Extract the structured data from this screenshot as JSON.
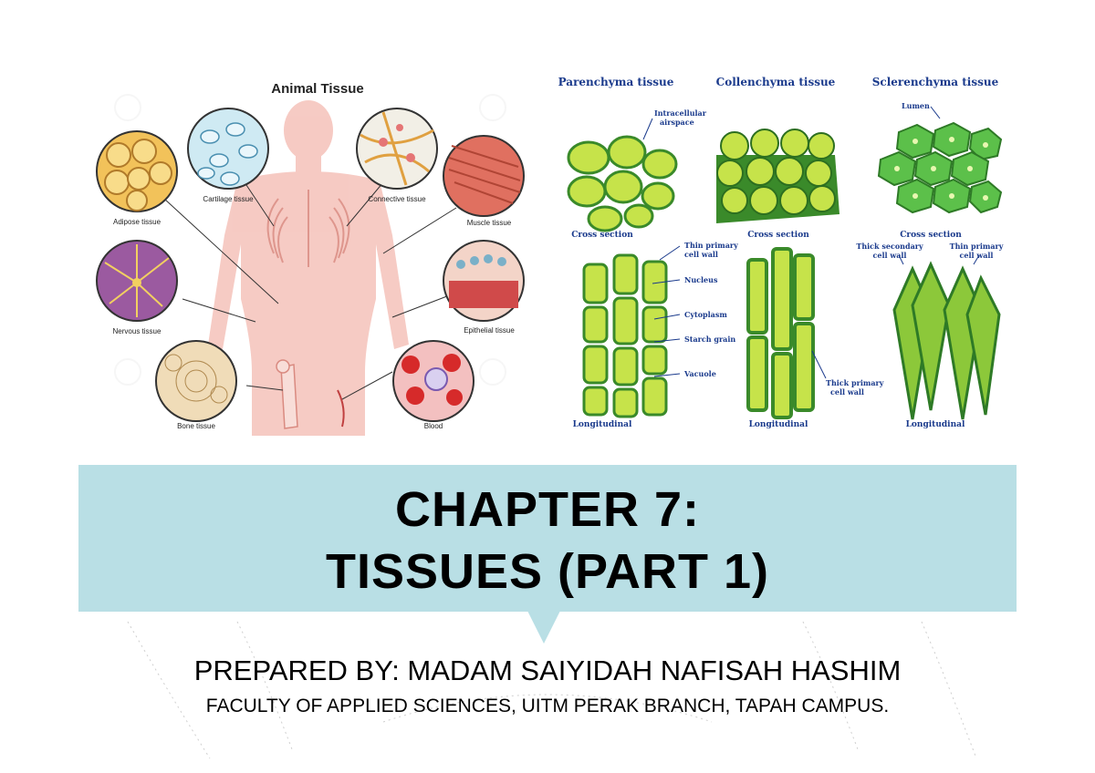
{
  "animal": {
    "title": "Animal Tissue",
    "labels": {
      "adipose": "Adipose tissue",
      "cartilage": "Cartilage tissue",
      "connective": "Connective tissue",
      "muscle": "Muscle tissue",
      "nervous": "Nervous tissue",
      "epithelial": "Epithelial tissue",
      "bone": "Bone tissue",
      "blood": "Blood"
    }
  },
  "plant": {
    "headers": {
      "parenchyma": "Parenchyma tissue",
      "collenchyma": "Collenchyma tissue",
      "sclerenchyma": "Sclerenchyma tissue"
    },
    "annotations": {
      "airspace_1": "Intracellular",
      "airspace_2": "airspace",
      "lumen": "Lumen",
      "thin_wall_1": "Thin primary",
      "thin_wall_2": "cell wall",
      "nucleus": "Nucleus",
      "cytoplasm": "Cytoplasm",
      "starch": "Starch grain",
      "vacuole": "Vacuole",
      "thick_primary_1": "Thick primary",
      "thick_primary_2": "cell wall",
      "thick_secondary_1": "Thick secondary",
      "thick_secondary_2": "cell wall",
      "thin_primary_r_1": "Thin primary",
      "thin_primary_r_2": "cell wall"
    },
    "section_labels": {
      "cross": "Cross section",
      "longitudinal": "Longitudinal"
    }
  },
  "slide": {
    "title_line_1": "CHAPTER 7:",
    "title_line_2": "TISSUES (PART 1)",
    "prepared_by": "PREPARED BY: MADAM SAIYIDAH NAFISAH HASHIM",
    "faculty": "FACULTY OF APPLIED SCIENCES, UITM PERAK BRANCH, TAPAH CAMPUS."
  },
  "colors": {
    "banner": "#b9dfe5",
    "plant_label": "#1a3a8c",
    "plant_green_light": "#c6e34a",
    "plant_green_dark": "#3a8a2a",
    "body_pink": "#f3b9b0"
  }
}
